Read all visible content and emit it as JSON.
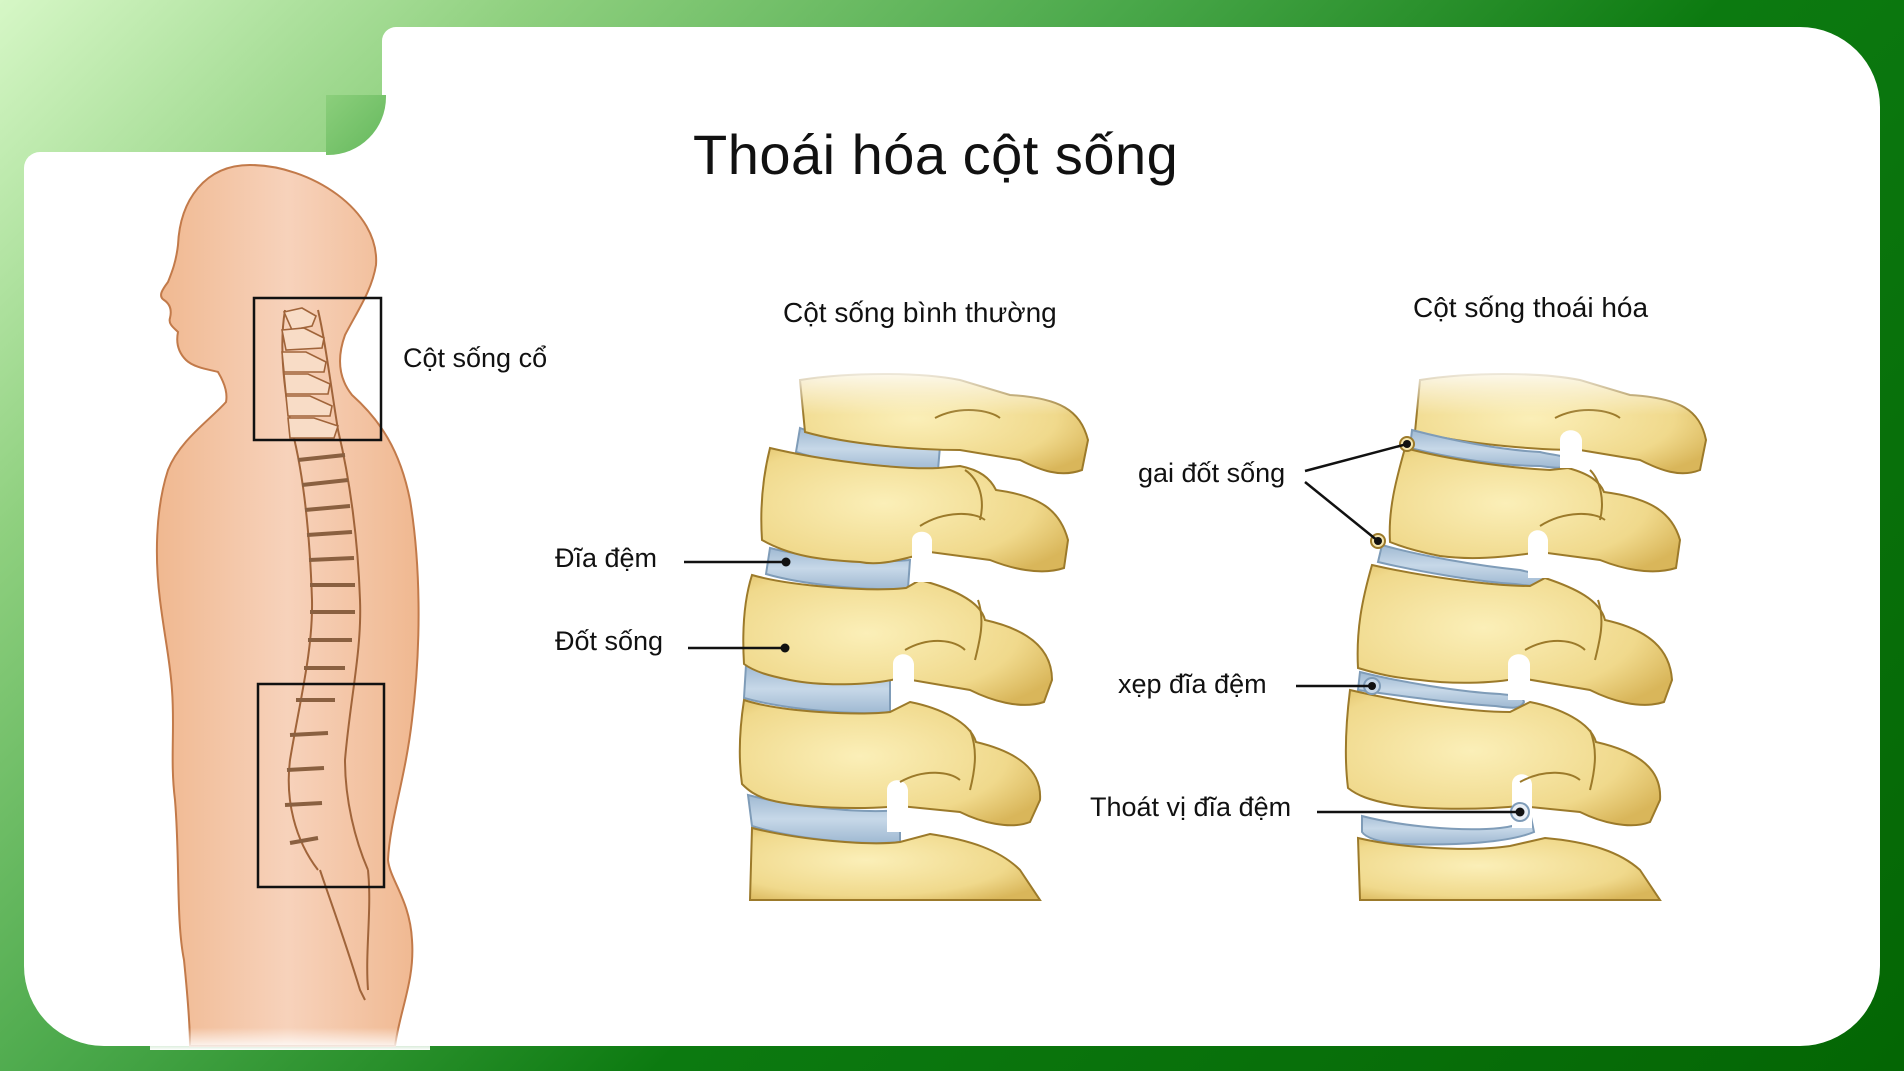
{
  "title": "Thoái hóa cột sống",
  "body_figure": {
    "label_cervical": "Cột sống cổ",
    "highlight_boxes": [
      "cervical-region",
      "lumbar-region"
    ]
  },
  "normal_spine": {
    "heading": "Cột sống bình thường",
    "labels": [
      {
        "text": "Đĩa đệm",
        "target": "disc"
      },
      {
        "text": "Đốt sống",
        "target": "vertebra"
      }
    ]
  },
  "degenerated_spine": {
    "heading": "Cột sống thoái hóa",
    "labels": [
      {
        "text": "gai đốt sống",
        "target": "bone-spurs"
      },
      {
        "text": "xẹp đĩa đệm",
        "target": "collapsed-disc"
      },
      {
        "text": "Thoát vị đĩa đệm",
        "target": "herniated-disc"
      }
    ]
  },
  "colors": {
    "frame_green_dark": "#046604",
    "frame_green_light": "#d6f7c6",
    "skin": "#f3c8a8",
    "skin_outline": "#c27a4a",
    "bone": "#f2dc94",
    "bone_outline": "#9c7a2a",
    "disc": "#b4cbe0",
    "disc_outline": "#7f9cb8",
    "text": "#111111"
  }
}
